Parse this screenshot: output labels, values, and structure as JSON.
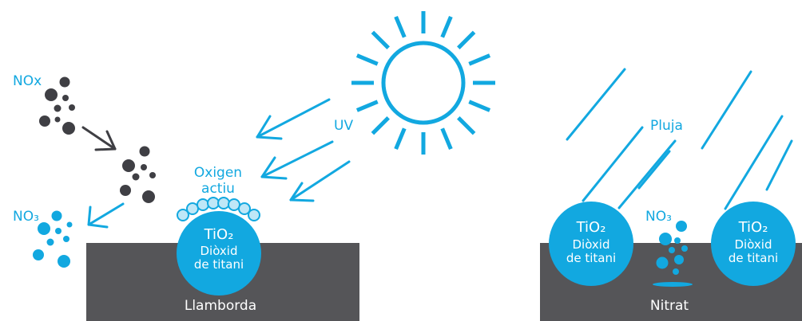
{
  "colors": {
    "accent": "#12a8e0",
    "accent_light": "#bfe7f7",
    "dark": "#555558",
    "particle_dark": "#3f3f44",
    "white": "#ffffff"
  },
  "labels": {
    "nox": "NOx",
    "no3_left": "NO₃",
    "no3_right": "NO₃",
    "uv": "UV",
    "oxigen_line1": "Oxigen",
    "oxigen_line2": "actiu",
    "pluja": "Pluja",
    "llamborda": "Llamborda",
    "nitrat": "Nitrat"
  },
  "circles": {
    "left": {
      "title": "TiO₂",
      "line1": "Diòxid",
      "line2": "de titani"
    },
    "right_a": {
      "title": "TiO₂",
      "line1": "Diòxid",
      "line2": "de titani"
    },
    "right_b": {
      "title": "TiO₂",
      "line1": "Diòxid",
      "line2": "de titani"
    }
  },
  "icons": [
    "sun-icon",
    "uv-ray-arrow-icon",
    "process-arrow-icon",
    "rain-line-icon"
  ]
}
